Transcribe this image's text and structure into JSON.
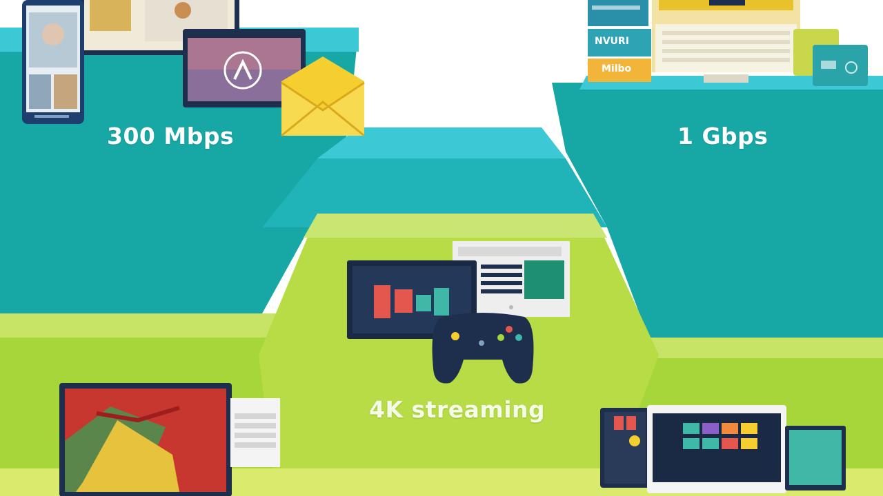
{
  "tiers": [
    {
      "label": "300 Mbps"
    },
    {
      "label": "1 Gbps"
    },
    {
      "label": "4K streaming"
    }
  ],
  "signage": {
    "left_word": "NVURI",
    "right_word": "Milbo"
  },
  "icons": [
    "phone-icon",
    "tablet-icon",
    "envelope-icon",
    "desktop-icon",
    "laptop-icon",
    "game-controller-icon",
    "monitor-icon"
  ],
  "colors": {
    "teal": "#17a8a5",
    "teal_dark": "#128f8e",
    "cyan_top": "#3cc8d4",
    "lime": "#a6d63a",
    "lime_light": "#c7e466",
    "navy": "#1e2f4d",
    "envelope": "#f4cf2f"
  }
}
